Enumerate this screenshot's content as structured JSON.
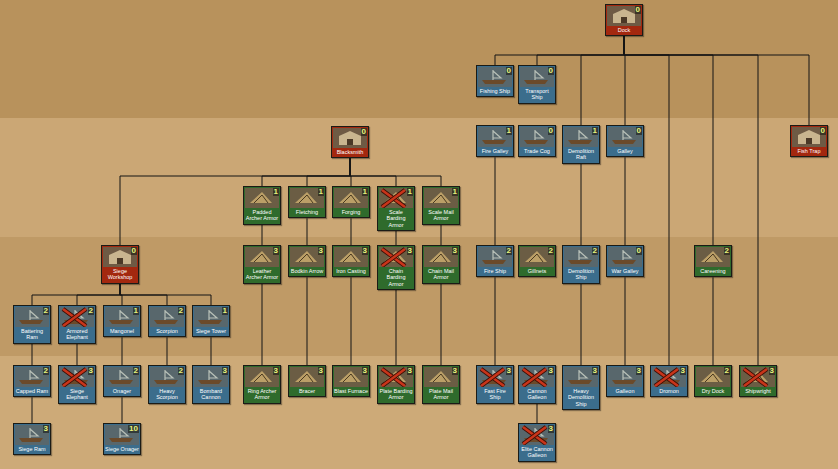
{
  "diagram": {
    "nodes": [
      {
        "text": [
          "Dock",
          "0"
        ]
      },
      {
        "text": [
          "Fishing Ship",
          "0"
        ]
      },
      {
        "text": [
          "Transport Ship",
          "0"
        ]
      },
      {
        "text": [
          "Blacksmith",
          "0"
        ]
      },
      {
        "text": [
          "Fire Galley",
          "1"
        ]
      },
      {
        "text": [
          "Trade Cog",
          "0"
        ]
      },
      {
        "text": [
          "Demolition Raft",
          "1"
        ]
      },
      {
        "text": [
          "Galley",
          "0"
        ]
      },
      {
        "text": [
          "Fish Trap",
          "0"
        ]
      },
      {
        "text": [
          "Padded Archer Armor",
          "1"
        ]
      },
      {
        "text": [
          "Fletching",
          "1"
        ]
      },
      {
        "text": [
          "Forging",
          "1"
        ]
      },
      {
        "text": [
          "Scale Barding Armor",
          "1"
        ]
      },
      {
        "text": [
          "Scale Mail Armor",
          "1"
        ]
      },
      {
        "text": [
          "Siege Workshop",
          "0"
        ]
      },
      {
        "text": [
          "Leather Archer Armor",
          "3"
        ]
      },
      {
        "text": [
          "Bodkin Arrow",
          "3"
        ]
      },
      {
        "text": [
          "Iron Casting",
          "3"
        ]
      },
      {
        "text": [
          "Chain Barding Armor",
          "3"
        ]
      },
      {
        "text": [
          "Chain Mail Armor",
          "3"
        ]
      },
      {
        "text": [
          "Fire Ship",
          "2"
        ]
      },
      {
        "text": [
          "Gillnets",
          "2"
        ]
      },
      {
        "text": [
          "Demolition Ship",
          "2"
        ]
      },
      {
        "text": [
          "War Galley",
          "0"
        ]
      },
      {
        "text": [
          "Careening",
          "2"
        ]
      },
      {
        "text": [
          "Battering Ram",
          "2"
        ]
      },
      {
        "text": [
          "Armored Elephant",
          "2"
        ]
      },
      {
        "text": [
          "Mangonel",
          "1"
        ]
      },
      {
        "text": [
          "Scorpion",
          "2"
        ]
      },
      {
        "text": [
          "Siege Tower",
          "1"
        ]
      },
      {
        "text": [
          "Capped Ram",
          "2"
        ]
      },
      {
        "text": [
          "Siege Elephant",
          "3"
        ]
      },
      {
        "text": [
          "Onager",
          "2"
        ]
      },
      {
        "text": [
          "Heavy Scorpion",
          "2"
        ]
      },
      {
        "text": [
          "Bombard Cannon",
          "3"
        ]
      },
      {
        "text": [
          "Ring Archer Armor",
          "3"
        ]
      },
      {
        "text": [
          "Bracer",
          "3"
        ]
      },
      {
        "text": [
          "Blast Furnace",
          "3"
        ]
      },
      {
        "text": [
          "Plate Barding Armor",
          "3"
        ]
      },
      {
        "text": [
          "Plate Mail Armor",
          "3"
        ]
      },
      {
        "text": [
          "Fast Fire Ship",
          "3"
        ]
      },
      {
        "text": [
          "Cannon Galleon",
          "3"
        ]
      },
      {
        "text": [
          "Heavy Demolition Ship",
          "3"
        ]
      },
      {
        "text": [
          "Galleon",
          "3"
        ]
      },
      {
        "text": [
          "Dromon",
          "3"
        ]
      },
      {
        "text": [
          "Dry Dock",
          "2"
        ]
      },
      {
        "text": [
          "Shipwright",
          "3"
        ]
      },
      {
        "text": [
          "Siege Ram",
          "3"
        ]
      },
      {
        "text": [
          "Siege Onager",
          "10"
        ]
      },
      {
        "text": [
          "Elite Cannon Galleon",
          "3"
        ]
      }
    ],
    "edges": [
      {
        "from": 0,
        "to": 1,
        "arrow": "none"
      },
      {
        "from": 0,
        "to": 2,
        "arrow": "none"
      },
      {
        "from": 0,
        "to": 6,
        "arrow": "none"
      },
      {
        "from": 0,
        "to": 7,
        "arrow": "none"
      },
      {
        "from": 0,
        "to": 44,
        "arrow": "none"
      },
      {
        "from": 0,
        "to": 24,
        "arrow": "none"
      },
      {
        "from": 0,
        "to": 46,
        "arrow": "none"
      },
      {
        "from": 0,
        "to": 8,
        "arrow": "none"
      },
      {
        "from": 4,
        "to": 20,
        "arrow": "none"
      },
      {
        "from": 20,
        "to": 40,
        "arrow": "none"
      },
      {
        "from": 6,
        "to": 22,
        "arrow": "none"
      },
      {
        "from": 22,
        "to": 42,
        "arrow": "none"
      },
      {
        "from": 7,
        "to": 23,
        "arrow": "none"
      },
      {
        "from": 23,
        "to": 43,
        "arrow": "none"
      },
      {
        "from": 41,
        "to": 49,
        "arrow": "none"
      },
      {
        "from": 24,
        "to": 45,
        "arrow": "none"
      },
      {
        "from": 3,
        "to": 9,
        "arrow": "none"
      },
      {
        "from": 3,
        "to": 10,
        "arrow": "none"
      },
      {
        "from": 3,
        "to": 11,
        "arrow": "none"
      },
      {
        "from": 3,
        "to": 12,
        "arrow": "none"
      },
      {
        "from": 3,
        "to": 13,
        "arrow": "none"
      },
      {
        "from": 3,
        "to": 14,
        "arrow": "none"
      },
      {
        "from": 9,
        "to": 15,
        "arrow": "none"
      },
      {
        "from": 15,
        "to": 35,
        "arrow": "none"
      },
      {
        "from": 10,
        "to": 16,
        "arrow": "none"
      },
      {
        "from": 16,
        "to": 36,
        "arrow": "none"
      },
      {
        "from": 11,
        "to": 17,
        "arrow": "none"
      },
      {
        "from": 17,
        "to": 37,
        "arrow": "none"
      },
      {
        "from": 12,
        "to": 18,
        "arrow": "none"
      },
      {
        "from": 18,
        "to": 38,
        "arrow": "none"
      },
      {
        "from": 13,
        "to": 19,
        "arrow": "none"
      },
      {
        "from": 19,
        "to": 39,
        "arrow": "none"
      },
      {
        "from": 14,
        "to": 25,
        "arrow": "none"
      },
      {
        "from": 14,
        "to": 26,
        "arrow": "none"
      },
      {
        "from": 14,
        "to": 27,
        "arrow": "none"
      },
      {
        "from": 14,
        "to": 28,
        "arrow": "none"
      },
      {
        "from": 14,
        "to": 29,
        "arrow": "none"
      },
      {
        "from": 25,
        "to": 30,
        "arrow": "none"
      },
      {
        "from": 30,
        "to": 47,
        "arrow": "none"
      },
      {
        "from": 26,
        "to": 31,
        "arrow": "none"
      },
      {
        "from": 27,
        "to": 32,
        "arrow": "none"
      },
      {
        "from": 32,
        "to": 48,
        "arrow": "none"
      },
      {
        "from": 28,
        "to": 33,
        "arrow": "none"
      },
      {
        "from": 29,
        "to": 34,
        "arrow": "none"
      }
    ]
  }
}
